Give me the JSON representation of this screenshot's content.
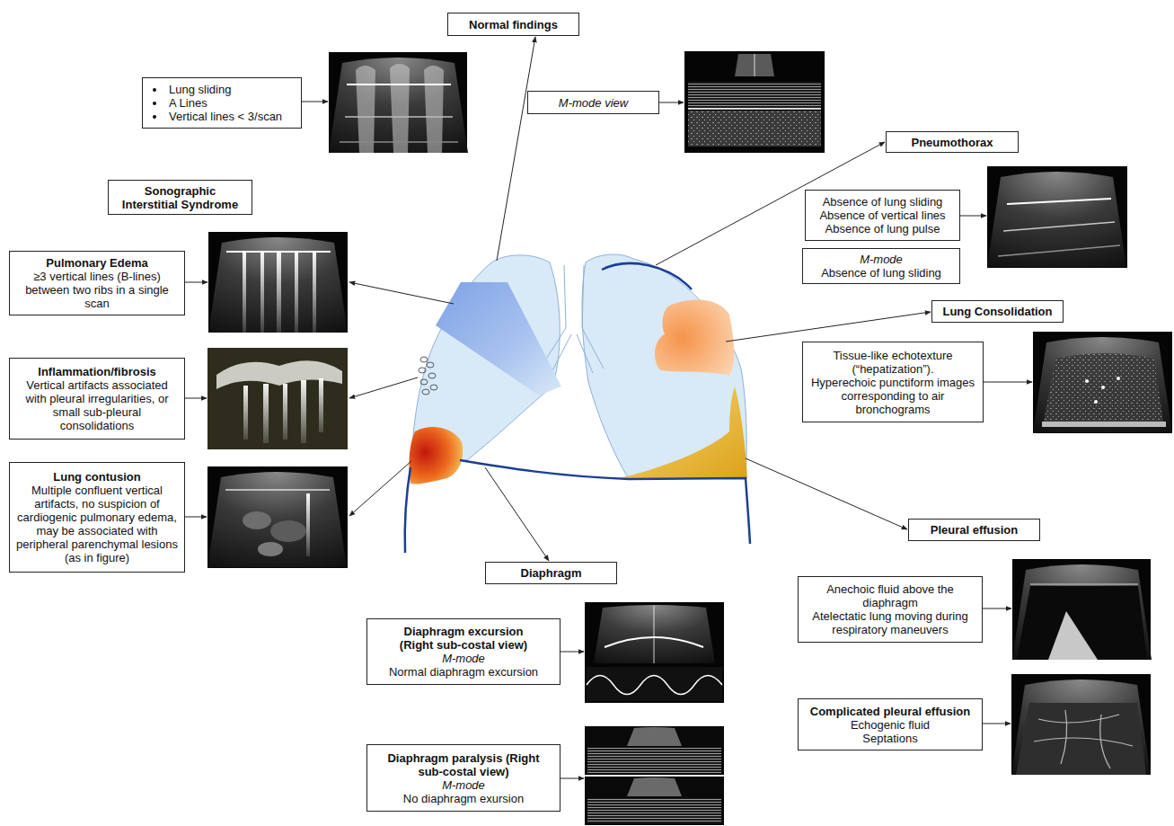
{
  "diagram": {
    "nodes": [
      {
        "text": [
          "Normal findings"
        ]
      },
      {
        "text": [
          "Lung sliding",
          "A Lines",
          "Vertical lines < 3/scan"
        ]
      },
      {
        "text": [
          "M-mode view"
        ]
      },
      {
        "text": [
          "Sonographic Interstitial Syndrome"
        ]
      },
      {
        "text": [
          "Pneumothorax"
        ]
      },
      {
        "text": [
          "Absence of lung sliding",
          "Absence of vertical lines",
          "Absence of lung pulse"
        ]
      },
      {
        "text": [
          "M-mode",
          "Absence of lung sliding"
        ]
      },
      {
        "text": [
          "Pulmonary Edema",
          "≥3 vertical lines (B-lines) between two ribs in a single scan"
        ]
      },
      {
        "text": [
          "Lung Consolidation"
        ]
      },
      {
        "text": [
          "Tissue-like echotexture (“hepatization”).",
          "Hyperechoic punctiform images corresponding to air bronchograms"
        ]
      },
      {
        "text": [
          "Inflammation/fibrosis",
          "Vertical artifacts associated with pleural irregularities, or small sub-pleural consolidations"
        ]
      },
      {
        "text": [
          "Lung contusion",
          "Multiple confluent vertical artifacts, no suspicion of cardiogenic pulmonary edema, may be associated with peripheral parenchymal lesions (as in figure)"
        ]
      },
      {
        "text": [
          "Pleural effusion"
        ]
      },
      {
        "text": [
          "Diaphragm"
        ]
      },
      {
        "text": [
          "Anechoic fluid above the diaphragm",
          "Atelectatic lung moving during respiratory maneuvers"
        ]
      },
      {
        "text": [
          "Diaphragm excursion (Right sub-costal view)",
          "M-mode",
          "Normal diaphragm excursion"
        ]
      },
      {
        "text": [
          "Complicated pleural effusion",
          "Echogenic fluid",
          "Septations"
        ]
      },
      {
        "text": [
          "Diaphragm paralysis (Right sub-costal view)",
          "M-mode",
          "No diaphragm exursion"
        ]
      }
    ]
  }
}
